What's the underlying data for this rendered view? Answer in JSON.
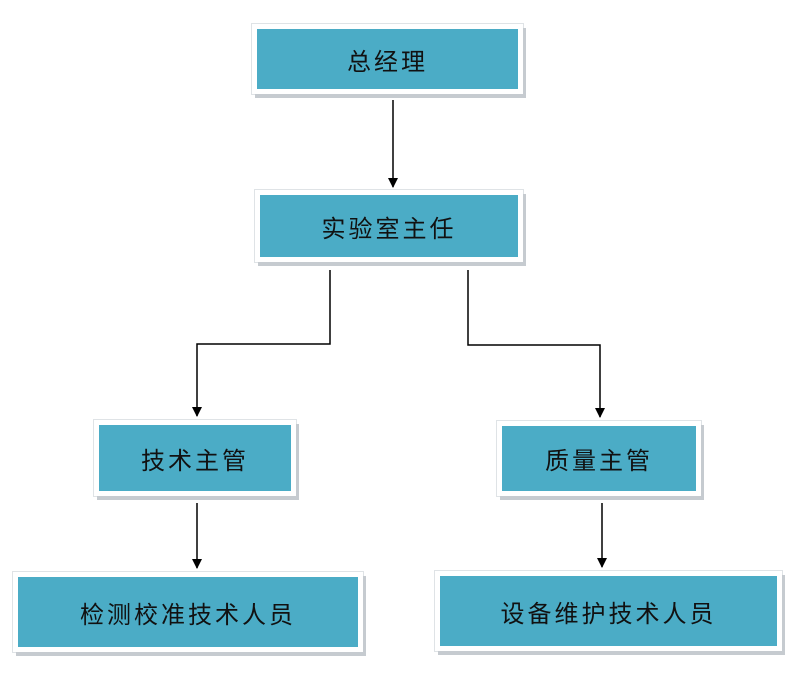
{
  "nodes": {
    "general_manager": "总经理",
    "lab_director": "实验室主任",
    "technical_supervisor": "技术主管",
    "quality_supervisor": "质量主管",
    "testing_calibration_staff": "检测校准技术人员",
    "equipment_maintenance_staff": "设备维护技术人员"
  },
  "edges": [
    {
      "from": "总经理",
      "to": "实验室主任"
    },
    {
      "from": "实验室主任",
      "to": "技术主管"
    },
    {
      "from": "实验室主任",
      "to": "质量主管"
    },
    {
      "from": "技术主管",
      "to": "检测校准技术人员"
    },
    {
      "from": "质量主管",
      "to": "设备维护技术人员"
    }
  ],
  "colors": {
    "box_fill": "#4bacc6",
    "box_border": "#ffffff",
    "line": "#000000"
  }
}
